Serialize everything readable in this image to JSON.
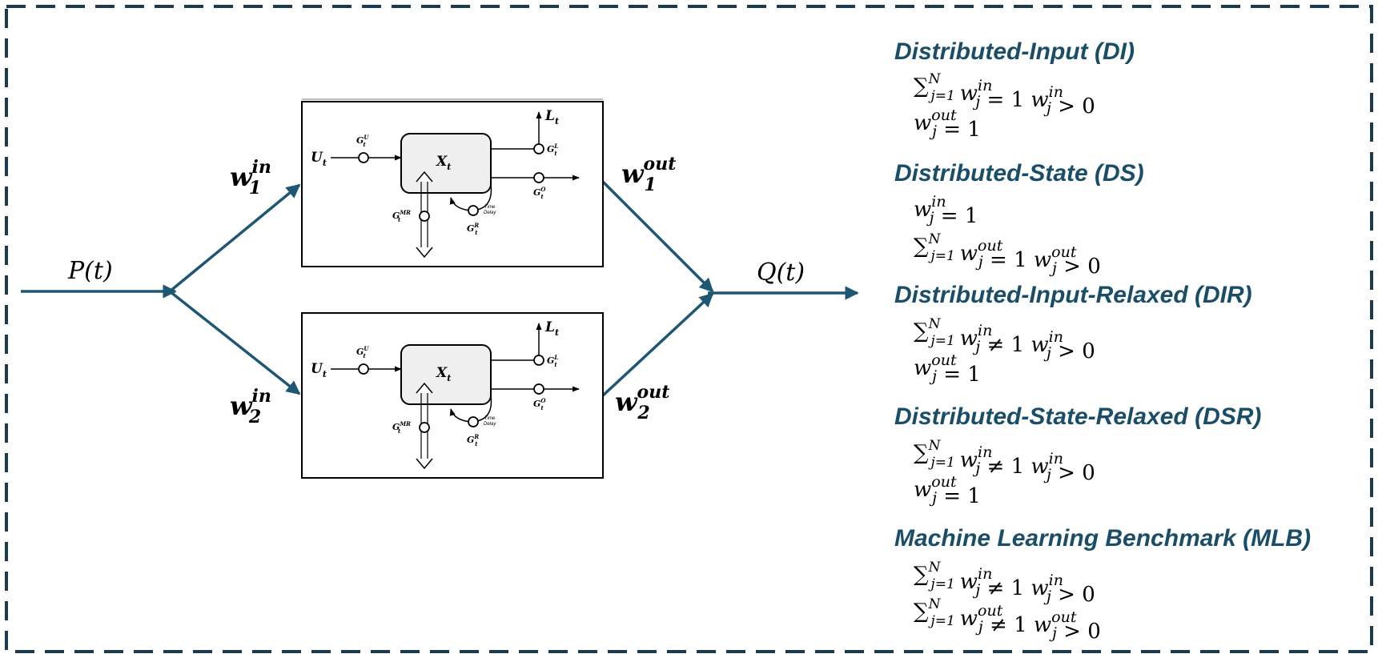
{
  "colors": {
    "border": "#1b3a4b",
    "arrow": "#1d5773",
    "title": "#1a4e68"
  },
  "diagram": {
    "input_label": "P(t)",
    "output_label": "Q(t)",
    "weights": {
      "w1_in": "in",
      "w2_in": "in",
      "w1_out": "out",
      "w2_out": "out",
      "w_base": "w",
      "idx1": "1",
      "idx2": "2"
    },
    "block": {
      "U": "U",
      "X": "X",
      "L": "L",
      "t": "t",
      "G": "G",
      "gu_sup": "U",
      "gl_sup": "L",
      "go_sup": "O",
      "gmr_sup": "MR",
      "gr_sup": "R",
      "time": "Time",
      "delay": "Delay"
    }
  },
  "panel": {
    "sections": [
      {
        "title": "Distributed-Input (DI)"
      },
      {
        "title": "Distributed-State (DS)"
      },
      {
        "title": "Distributed-Input-Relaxed (DIR)"
      },
      {
        "title": "Distributed-State-Relaxed (DSR)"
      },
      {
        "title": "Machine Learning Benchmark (MLB)"
      }
    ],
    "sym": {
      "sum": "∑",
      "j1": "j=1",
      "N": "N",
      "w": "w",
      "j": "j",
      "in": "in",
      "out": "out",
      "eq1": "= 1",
      "neq1": "≠ 1",
      "gt0": "> 0"
    }
  }
}
